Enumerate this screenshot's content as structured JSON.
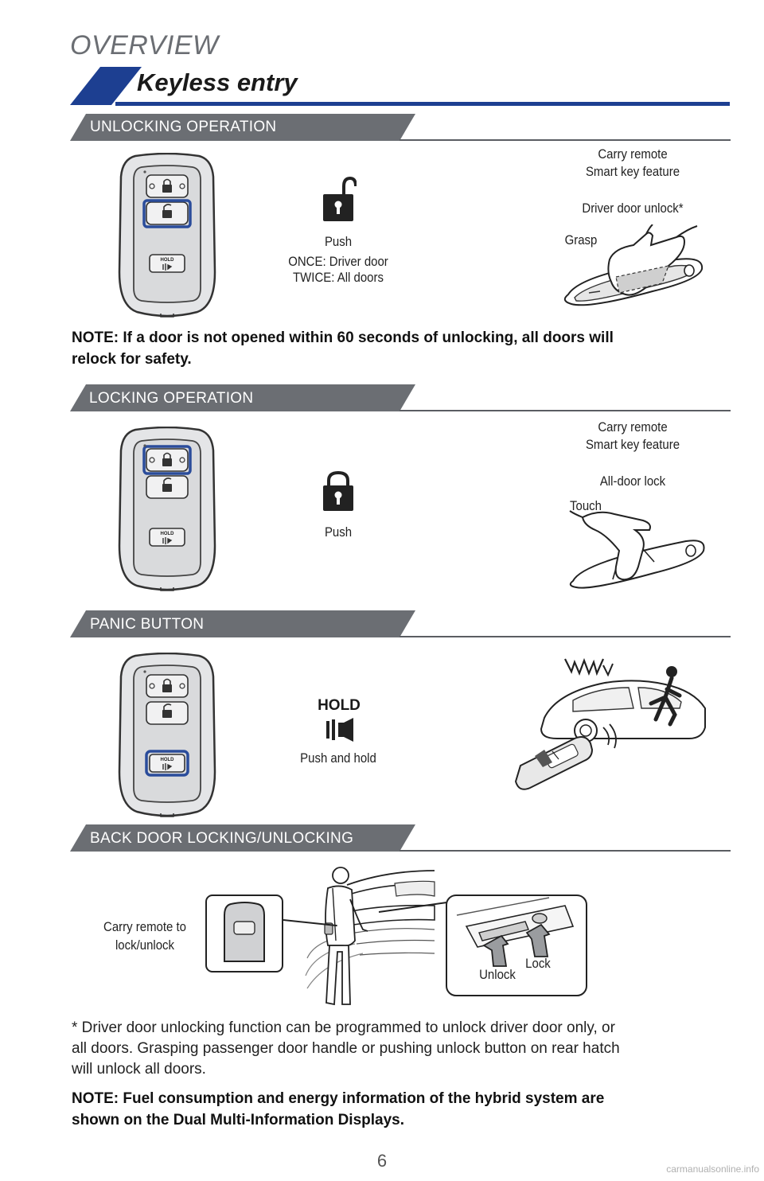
{
  "header": {
    "section": "OVERVIEW",
    "title": "Keyless entry"
  },
  "sections": [
    {
      "label": "UNLOCKING OPERATION",
      "key_hold_label": "HOLD",
      "push_caption": [
        "Push",
        "ONCE: Driver door",
        "TWICE: All doors"
      ],
      "smart_key": [
        "Carry remote",
        "Smart key feature"
      ],
      "door_action": "Driver door unlock*",
      "gesture": "Grasp"
    },
    {
      "label": "LOCKING OPERATION",
      "key_hold_label": "HOLD",
      "push_caption": [
        "Push"
      ],
      "smart_key": [
        "Carry remote",
        "Smart key feature"
      ],
      "door_action": "All-door lock",
      "gesture": "Touch"
    },
    {
      "label": "PANIC BUTTON",
      "key_hold_label": "HOLD",
      "hold_label": "HOLD",
      "push_caption": [
        "Push and hold"
      ]
    },
    {
      "label": "BACK DOOR LOCKING/UNLOCKING",
      "carry_caption": [
        "Carry remote to",
        "lock/unlock"
      ],
      "unlock": "Unlock",
      "lock": "Lock"
    }
  ],
  "notes": {
    "relock": [
      "NOTE: If a door is not opened within 60 seconds of unlocking, all doors will",
      "relock for safety."
    ],
    "footnote": [
      "* Driver door unlocking function can be programmed to unlock driver door only, or",
      "all doors. Grasping passenger door handle or pushing unlock button on rear hatch",
      "will unlock all doors."
    ],
    "fuel": [
      "NOTE: Fuel consumption and energy information of the hybrid system are",
      "shown on the Dual Multi-Information Displays."
    ]
  },
  "page_number": "6",
  "watermark": "carmanualsonline.info",
  "colors": {
    "accent": "#1d3f91",
    "section_bar": "#6b6e73",
    "highlight": "#2a4c9b",
    "key_body": "#e4e5e7"
  }
}
